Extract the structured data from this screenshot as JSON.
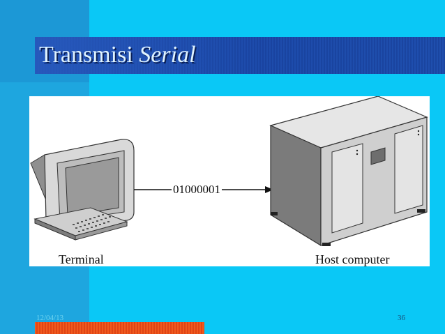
{
  "slide": {
    "title_plain": "Transmisi ",
    "title_italic": "Serial",
    "date": "12/04/13",
    "page_number": "36"
  },
  "figure": {
    "bits": "01000001",
    "left_label": "Terminal",
    "right_label": "Host computer"
  }
}
